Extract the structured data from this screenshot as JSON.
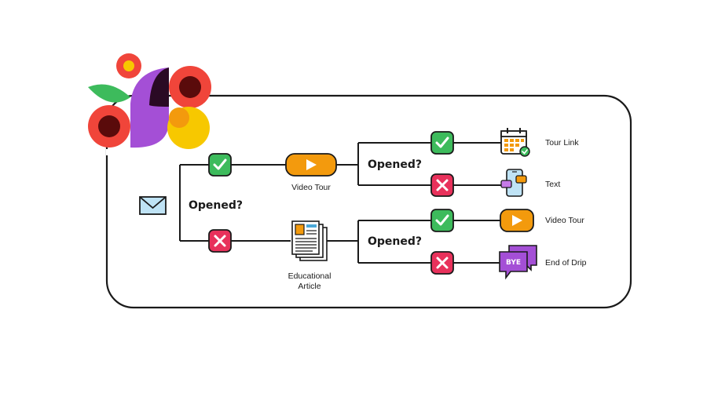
{
  "diagram": {
    "start": {
      "icon": "envelope-icon"
    },
    "question": "Opened?",
    "yes_branch": {
      "icon": "check-icon",
      "action": {
        "label": "Video Tour",
        "icon": "play-icon"
      },
      "question": "Opened?",
      "yes": {
        "label": "Tour Link",
        "icon": "calendar-icon"
      },
      "no": {
        "label": "Text",
        "icon": "phone-chat-icon"
      }
    },
    "no_branch": {
      "icon": "x-icon",
      "action": {
        "label_line1": "Educational",
        "label_line2": "Article",
        "icon": "newspaper-icon"
      },
      "question": "Opened?",
      "yes": {
        "label": "Video Tour",
        "icon": "play-icon"
      },
      "no": {
        "label": "End of Drip",
        "icon": "bye-bubble-icon",
        "badge": "BYE"
      }
    }
  },
  "colors": {
    "yes": "#3dbb5c",
    "no": "#e8315b",
    "play": "#f39a0d",
    "bye": "#a44fd6",
    "logo_red": "#f0453a",
    "logo_dark": "#5a0b0b",
    "logo_purple": "#a44fd6",
    "logo_green": "#3dbb5c",
    "logo_yellow": "#f7c800"
  }
}
